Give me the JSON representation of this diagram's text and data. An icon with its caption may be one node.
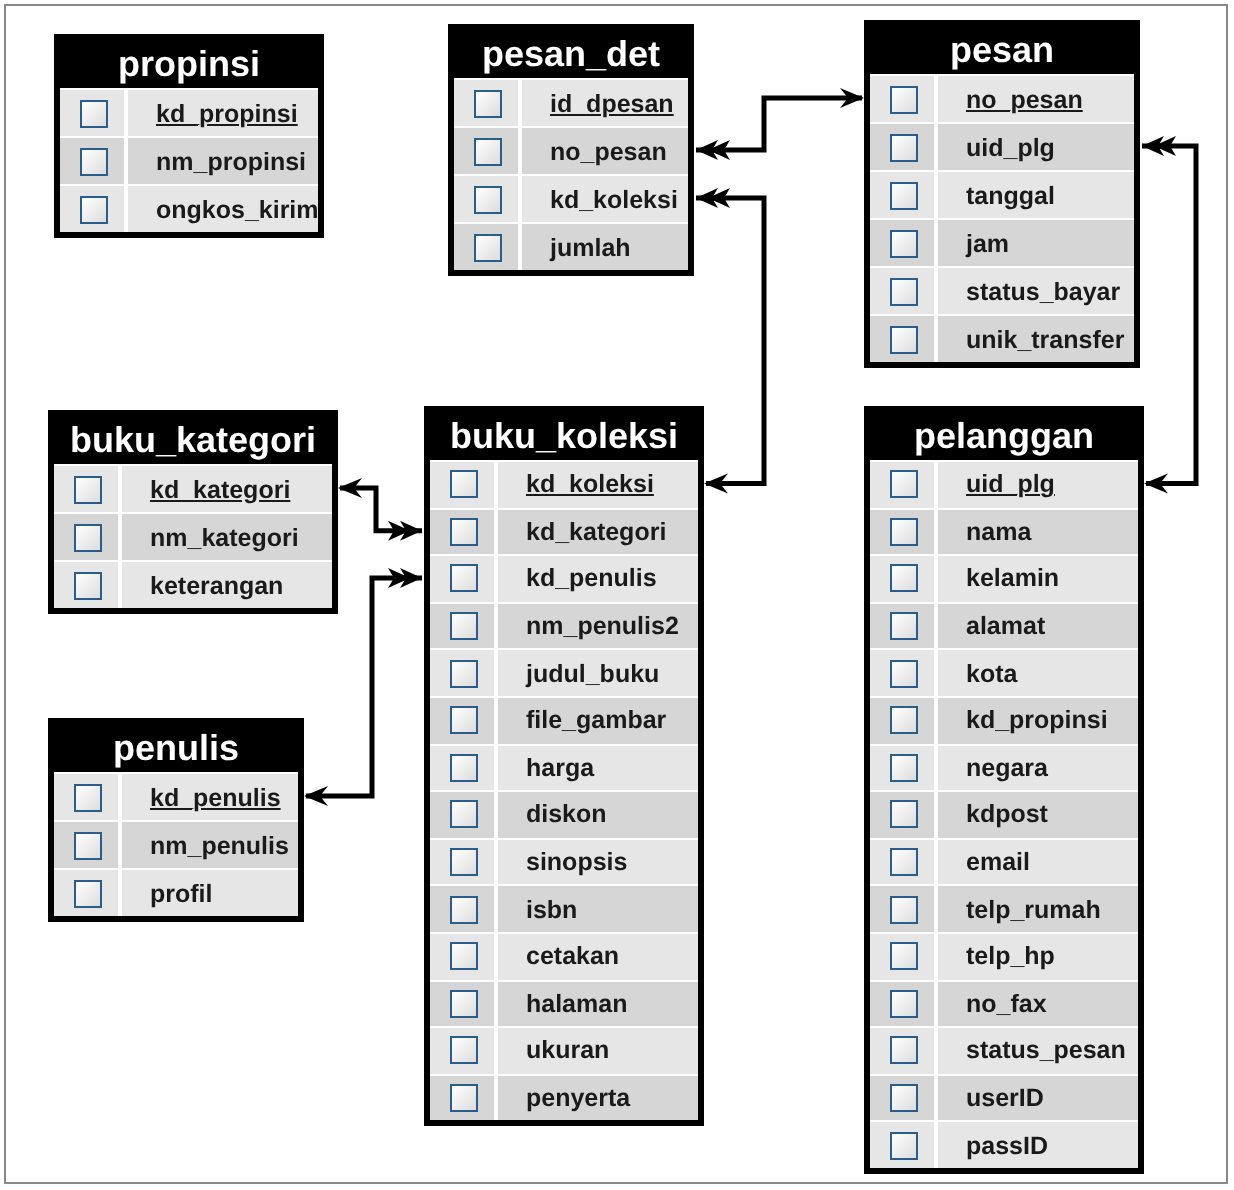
{
  "diagram": {
    "nodes": [
      {
        "text": [
          "propinsi"
        ]
      },
      {
        "text": [
          "kd_propinsi"
        ],
        "in": 0
      },
      {
        "text": [
          "nm_propinsi"
        ],
        "in": 0
      },
      {
        "text": [
          "ongkos_kirim"
        ],
        "in": 0
      },
      {
        "text": [
          "pesan_det"
        ]
      },
      {
        "text": [
          "id_dpesan"
        ],
        "in": 4
      },
      {
        "text": [
          "no_pesan"
        ],
        "in": 4
      },
      {
        "text": [
          "kd_koleksi"
        ],
        "in": 4
      },
      {
        "text": [
          "jumlah"
        ],
        "in": 4
      },
      {
        "text": [
          "pesan"
        ]
      },
      {
        "text": [
          "no_pesan"
        ],
        "in": 9
      },
      {
        "text": [
          "uid_plg"
        ],
        "in": 9
      },
      {
        "text": [
          "tanggal"
        ],
        "in": 9
      },
      {
        "text": [
          "jam"
        ],
        "in": 9
      },
      {
        "text": [
          "status_bayar"
        ],
        "in": 9
      },
      {
        "text": [
          "unik_transfer"
        ],
        "in": 9
      },
      {
        "text": [
          "buku_kategori"
        ]
      },
      {
        "text": [
          "kd_kategori"
        ],
        "in": 16
      },
      {
        "text": [
          "nm_kategori"
        ],
        "in": 16
      },
      {
        "text": [
          "keterangan"
        ],
        "in": 16
      },
      {
        "text": [
          "buku_koleksi"
        ]
      },
      {
        "text": [
          "kd_koleksi"
        ],
        "in": 20
      },
      {
        "text": [
          "kd_kategori"
        ],
        "in": 20
      },
      {
        "text": [
          "kd_penulis"
        ],
        "in": 20
      },
      {
        "text": [
          "nm_penulis2"
        ],
        "in": 20
      },
      {
        "text": [
          "judul_buku"
        ],
        "in": 20
      },
      {
        "text": [
          "file_gambar"
        ],
        "in": 20
      },
      {
        "text": [
          "harga"
        ],
        "in": 20
      },
      {
        "text": [
          "diskon"
        ],
        "in": 20
      },
      {
        "text": [
          "sinopsis"
        ],
        "in": 20
      },
      {
        "text": [
          "isbn"
        ],
        "in": 20
      },
      {
        "text": [
          "cetakan"
        ],
        "in": 20
      },
      {
        "text": [
          "halaman"
        ],
        "in": 20
      },
      {
        "text": [
          "ukuran"
        ],
        "in": 20
      },
      {
        "text": [
          "penyerta"
        ],
        "in": 20
      },
      {
        "text": [
          "penulis"
        ]
      },
      {
        "text": [
          "kd_penulis"
        ],
        "in": 35
      },
      {
        "text": [
          "nm_penulis"
        ],
        "in": 35
      },
      {
        "text": [
          "profil"
        ],
        "in": 35
      },
      {
        "text": [
          "pelanggan"
        ]
      },
      {
        "text": [
          "uid_plg"
        ],
        "in": 39
      },
      {
        "text": [
          "nama"
        ],
        "in": 39
      },
      {
        "text": [
          "kelamin"
        ],
        "in": 39
      },
      {
        "text": [
          "alamat"
        ],
        "in": 39
      },
      {
        "text": [
          "kota"
        ],
        "in": 39
      },
      {
        "text": [
          "kd_propinsi"
        ],
        "in": 39
      },
      {
        "text": [
          "negara"
        ],
        "in": 39
      },
      {
        "text": [
          "kdpost"
        ],
        "in": 39
      },
      {
        "text": [
          "email"
        ],
        "in": 39
      },
      {
        "text": [
          "telp_rumah"
        ],
        "in": 39
      },
      {
        "text": [
          "telp_hp"
        ],
        "in": 39
      },
      {
        "text": [
          "no_fax"
        ],
        "in": 39
      },
      {
        "text": [
          "status_pesan"
        ],
        "in": 39
      },
      {
        "text": [
          "userID"
        ],
        "in": 39
      },
      {
        "text": [
          "passID"
        ],
        "in": 39
      }
    ],
    "edges": [
      {
        "from": 6,
        "to": 10,
        "arrow": "both"
      },
      {
        "from": 7,
        "to": 21,
        "arrow": "both"
      },
      {
        "from": 11,
        "to": 40,
        "arrow": "both"
      },
      {
        "from": 22,
        "to": 17,
        "arrow": "both"
      },
      {
        "from": 23,
        "to": 36,
        "arrow": "both"
      }
    ]
  }
}
